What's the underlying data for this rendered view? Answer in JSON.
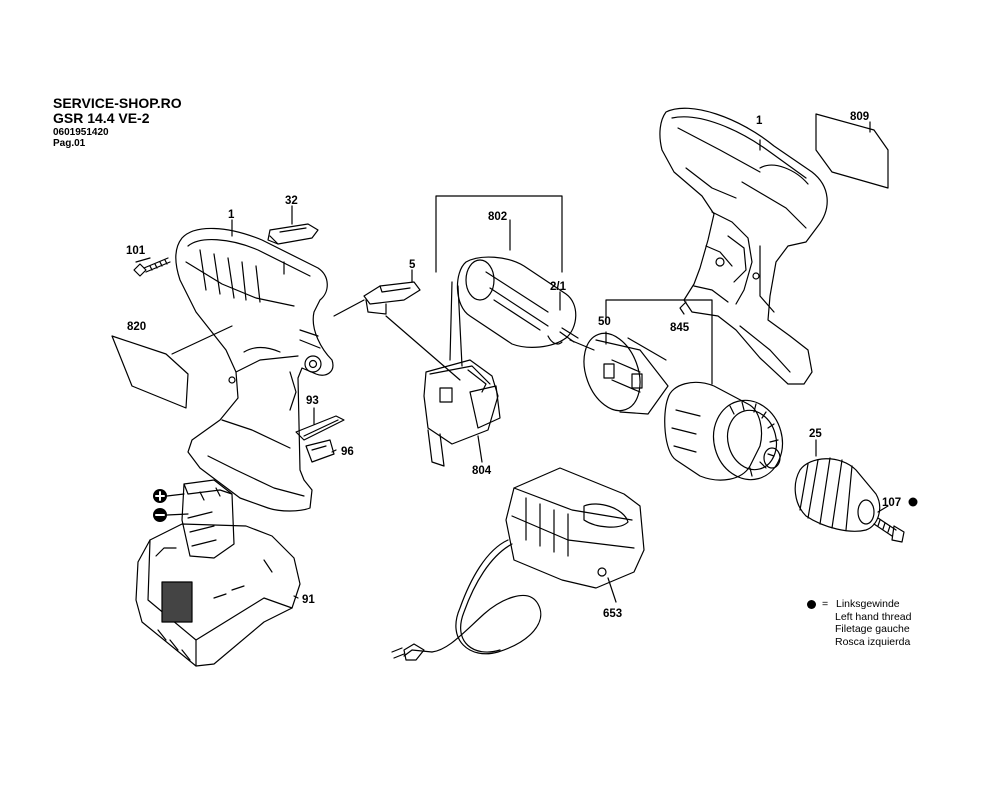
{
  "header": {
    "shop": "SERVICE-SHOP.RO",
    "model": "GSR 14.4 VE-2",
    "part_number": "0601951420",
    "page": "Pag.01"
  },
  "callouts": {
    "housing_left": "1",
    "cover": "32",
    "screw": "101",
    "label_820": "820",
    "switch_part_5": "5",
    "motor_assembly": "802",
    "motor_2_1": "2/1",
    "ring_50": "50",
    "gearbox_845": "845",
    "housing_right": "1",
    "label_809": "809",
    "clip_93": "93",
    "clip_96": "96",
    "switch_804": "804",
    "chuck_25": "25",
    "screw_107": "107",
    "battery_91": "91",
    "charger_653": "653"
  },
  "legend": {
    "equals": "=",
    "lines": [
      "Linksgewinde",
      "Left hand thread",
      "Filetage gauche",
      "Rosca izquierda"
    ]
  }
}
